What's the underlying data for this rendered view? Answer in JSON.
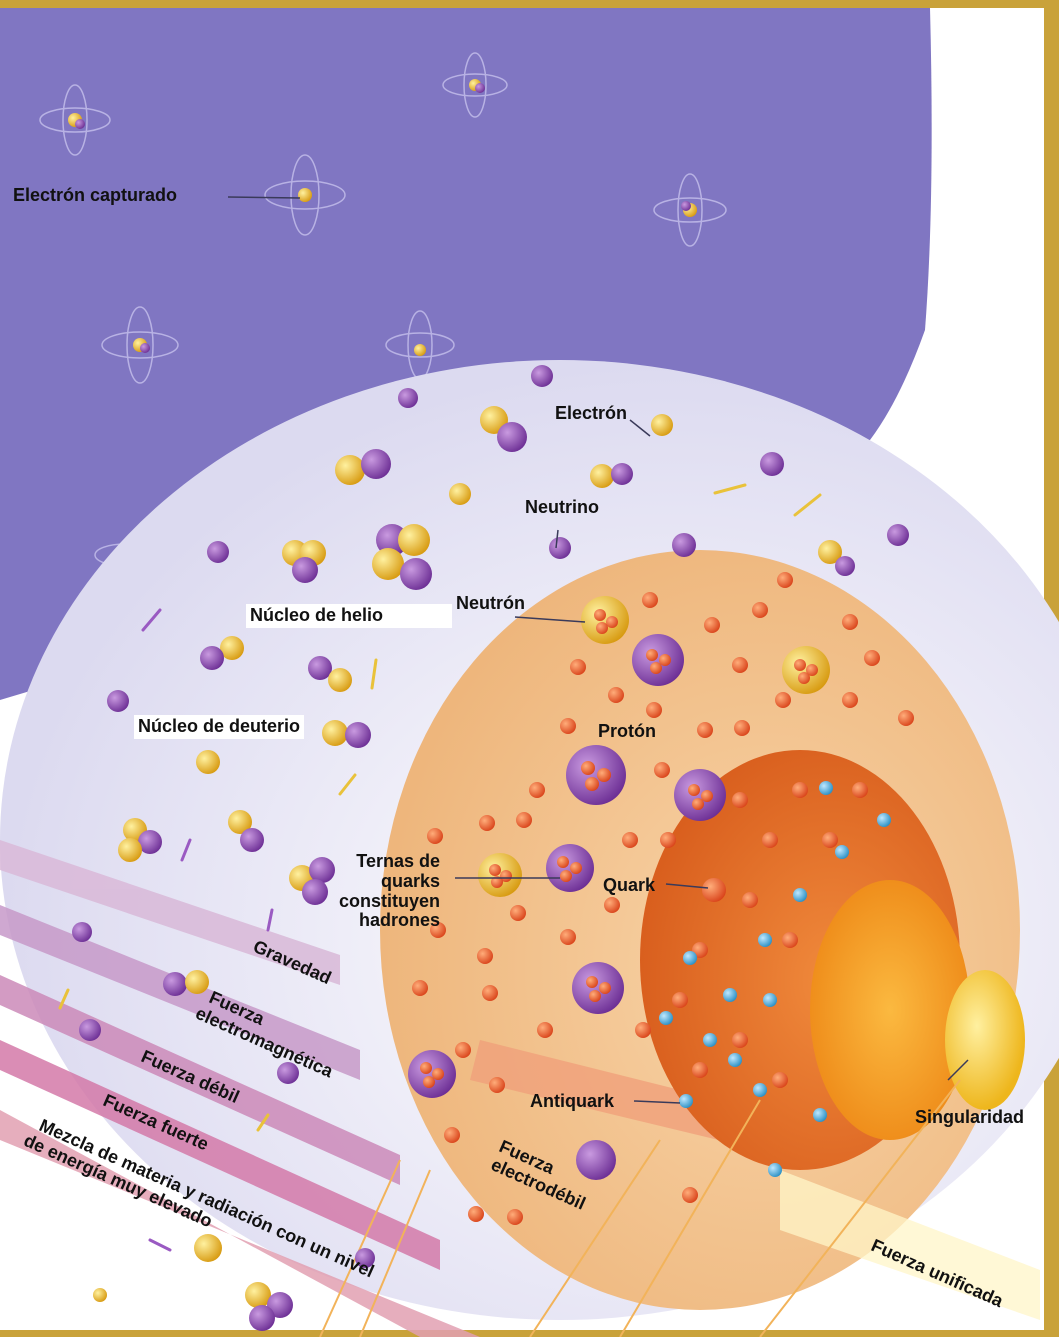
{
  "labels": {
    "captured_electron": "Electrón capturado",
    "electron": "Electrón",
    "neutrino": "Neutrino",
    "helium_nucleus": "Núcleo de helio",
    "neutron": "Neutrón",
    "deuterium_nucleus": "Núcleo de deuterio",
    "proton": "Protón",
    "quark_triplets": [
      "Ternas de",
      "quarks",
      "constituyen",
      "hadrones"
    ],
    "quark": "Quark",
    "antiquark": "Antiquark",
    "singularity": "Singularidad",
    "gravity": "Gravedad",
    "electromagnetic_force": [
      "Fuerza",
      "electromagnética"
    ],
    "weak_force": "Fuerza débil",
    "strong_force": "Fuerza fuerte",
    "matter_radiation_mix": [
      "Mezcla de materia y radiación con un nivel",
      "de energía muy elevado"
    ],
    "electroweak_force": [
      "Fuerza",
      "electrodébil"
    ],
    "unified_force": "Fuerza unificada"
  },
  "colors": {
    "space": "#7f74bf",
    "white_disc": "#f3f2fb",
    "peach_disc": "#f3c08a",
    "orange_disc": "#e8742c",
    "core_disc": "#f5a11f",
    "singularity": "#f7d43c",
    "proton_particle": "#8a4bb0",
    "neutron_particle": "#e9b31d",
    "quark_particle": "#e8531f",
    "antiquark_particle": "#3aa6d4",
    "border": "#c9a23a"
  }
}
